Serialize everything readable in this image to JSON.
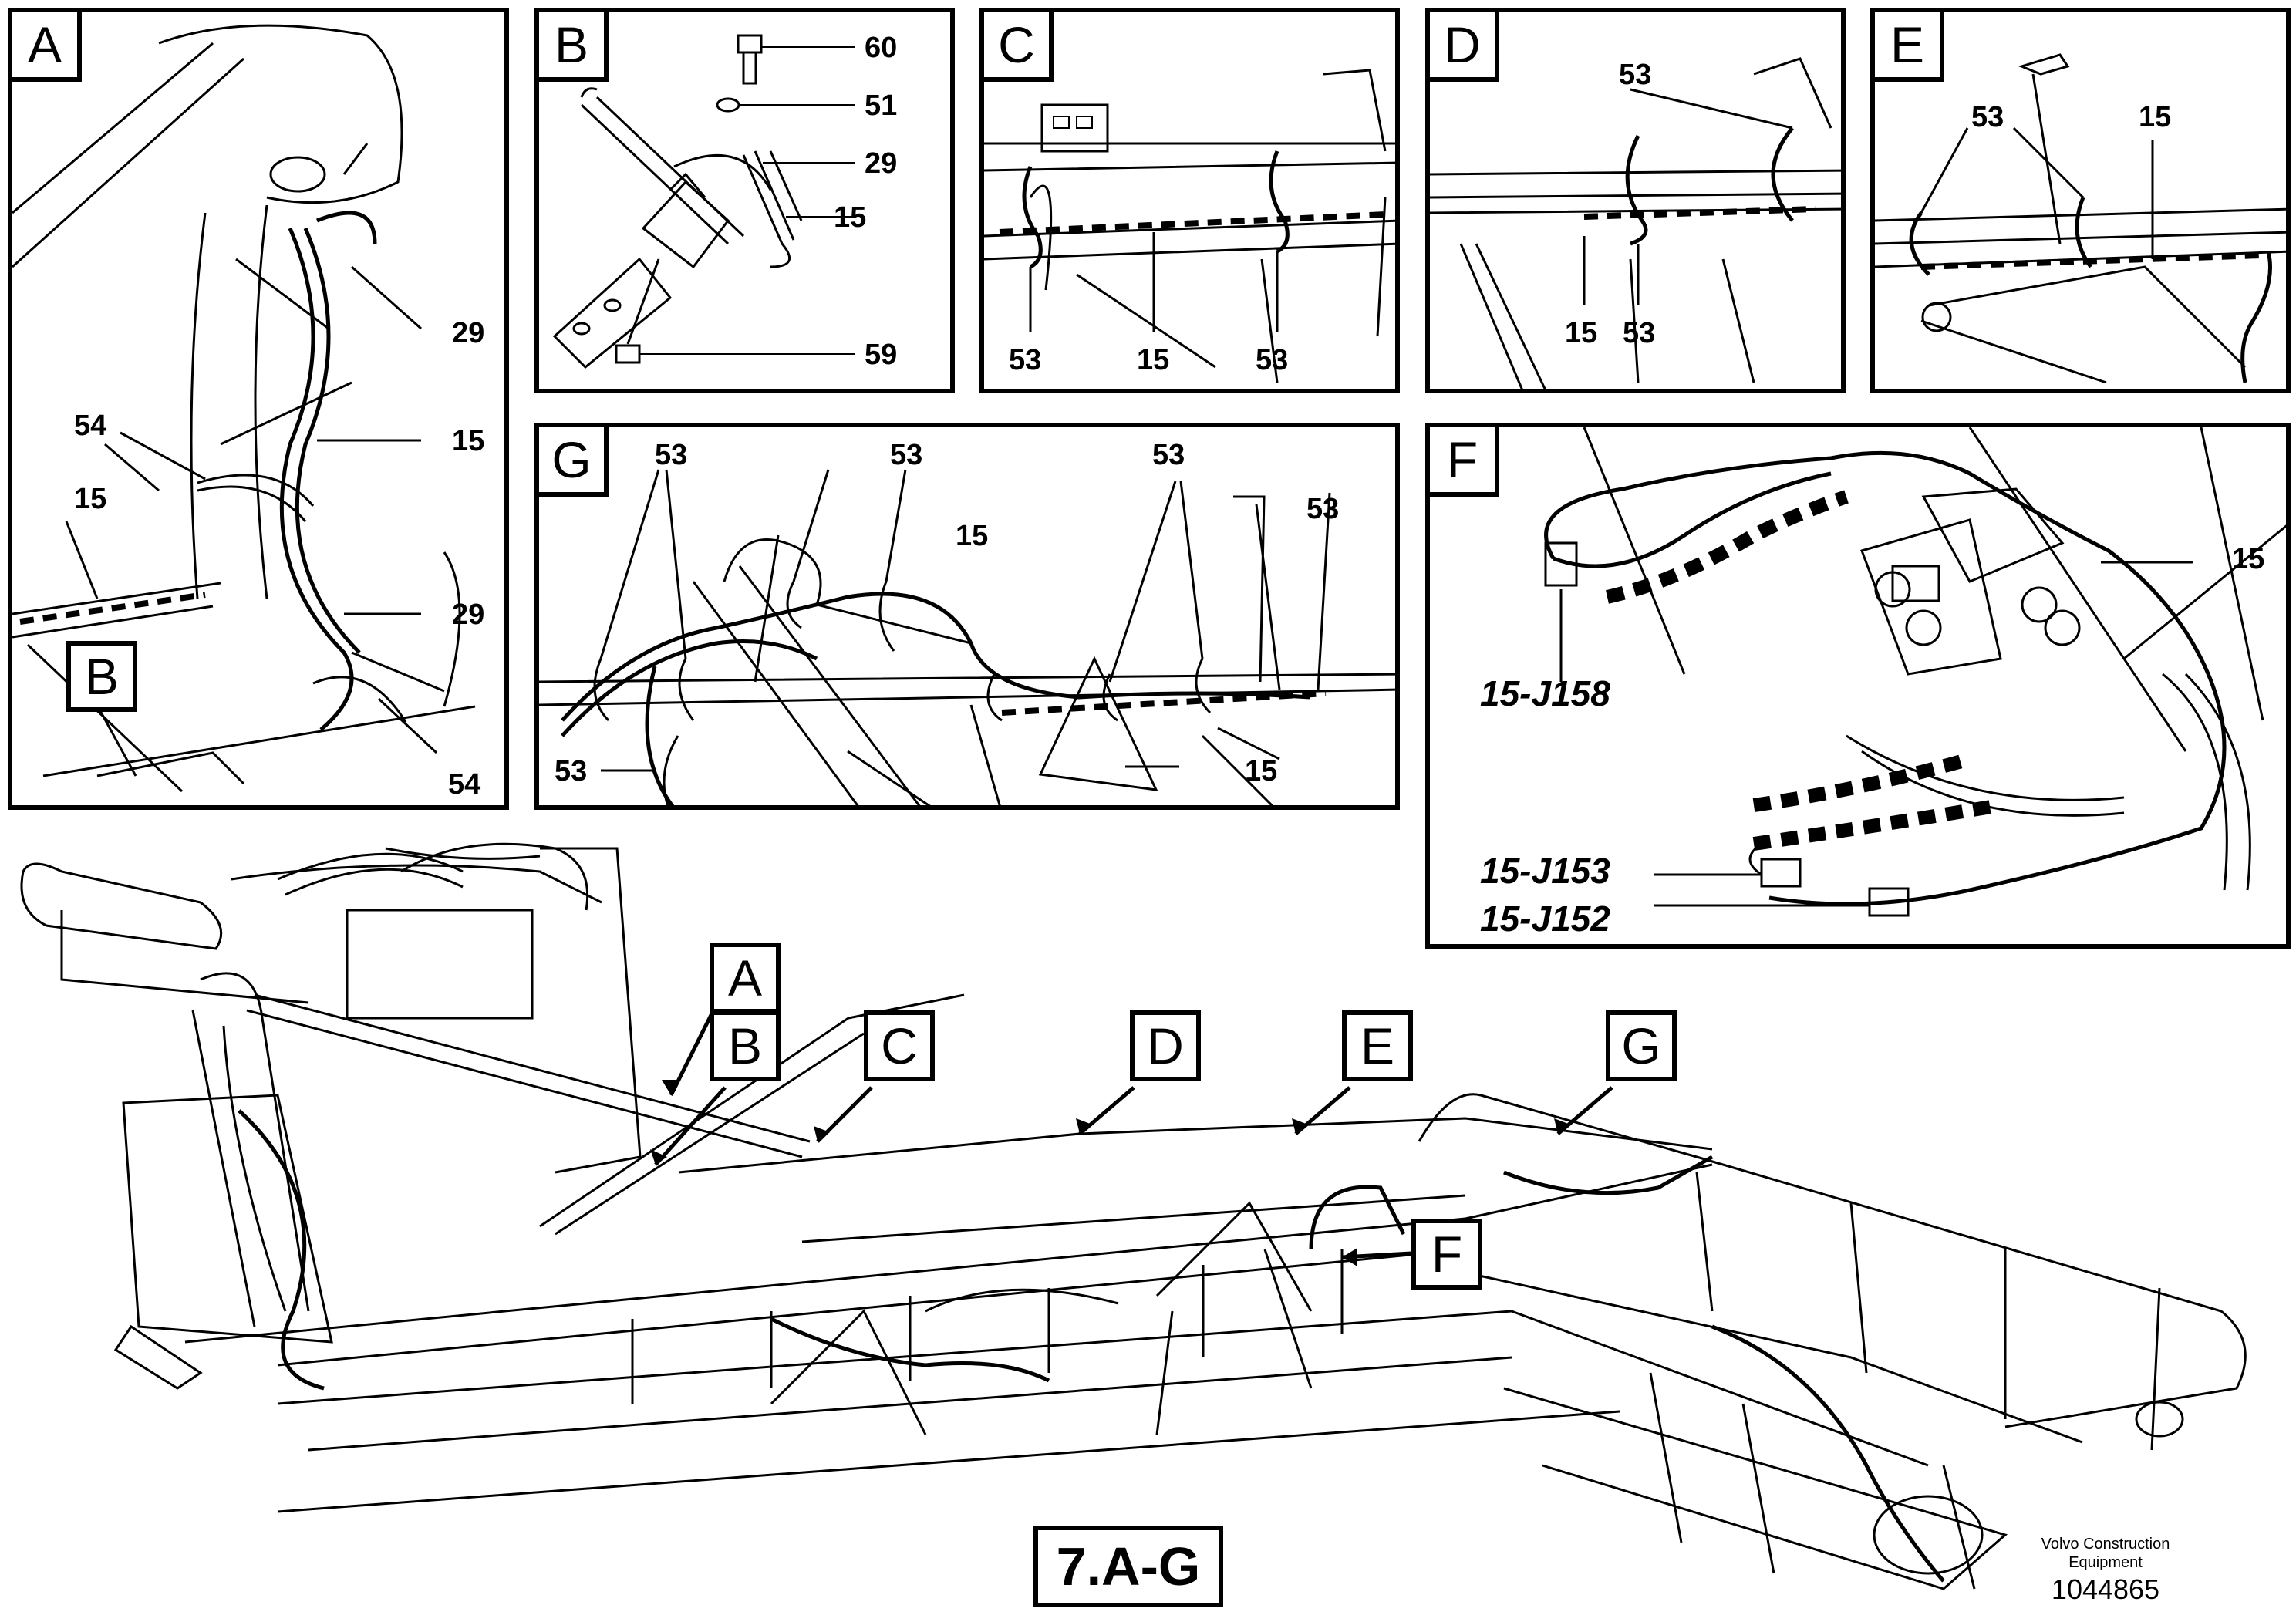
{
  "panels": {
    "A": {
      "tag": "A",
      "labels": [
        "29",
        "15",
        "54",
        "15",
        "29",
        "54"
      ],
      "inset_callout": "B"
    },
    "B": {
      "tag": "B",
      "labels": [
        "60",
        "51",
        "29",
        "15",
        "59"
      ]
    },
    "C": {
      "tag": "C",
      "labels": [
        "53",
        "15",
        "53"
      ]
    },
    "D": {
      "tag": "D",
      "labels": [
        "53",
        "15",
        "53"
      ]
    },
    "E": {
      "tag": "E",
      "labels": [
        "53",
        "15"
      ]
    },
    "G": {
      "tag": "G",
      "labels": [
        "53",
        "53",
        "15",
        "53",
        "53",
        "53",
        "15"
      ]
    },
    "F": {
      "tag": "F",
      "labels": [
        "15"
      ],
      "connectors": [
        "15-J158",
        "15-J153",
        "15-J152"
      ]
    }
  },
  "main_callouts": [
    "A",
    "B",
    "C",
    "D",
    "E",
    "G",
    "F"
  ],
  "footer": {
    "figure_id": "7.A-G",
    "manufacturer_line1": "Volvo Construction",
    "manufacturer_line2": "Equipment",
    "doc_number": "1044865"
  }
}
